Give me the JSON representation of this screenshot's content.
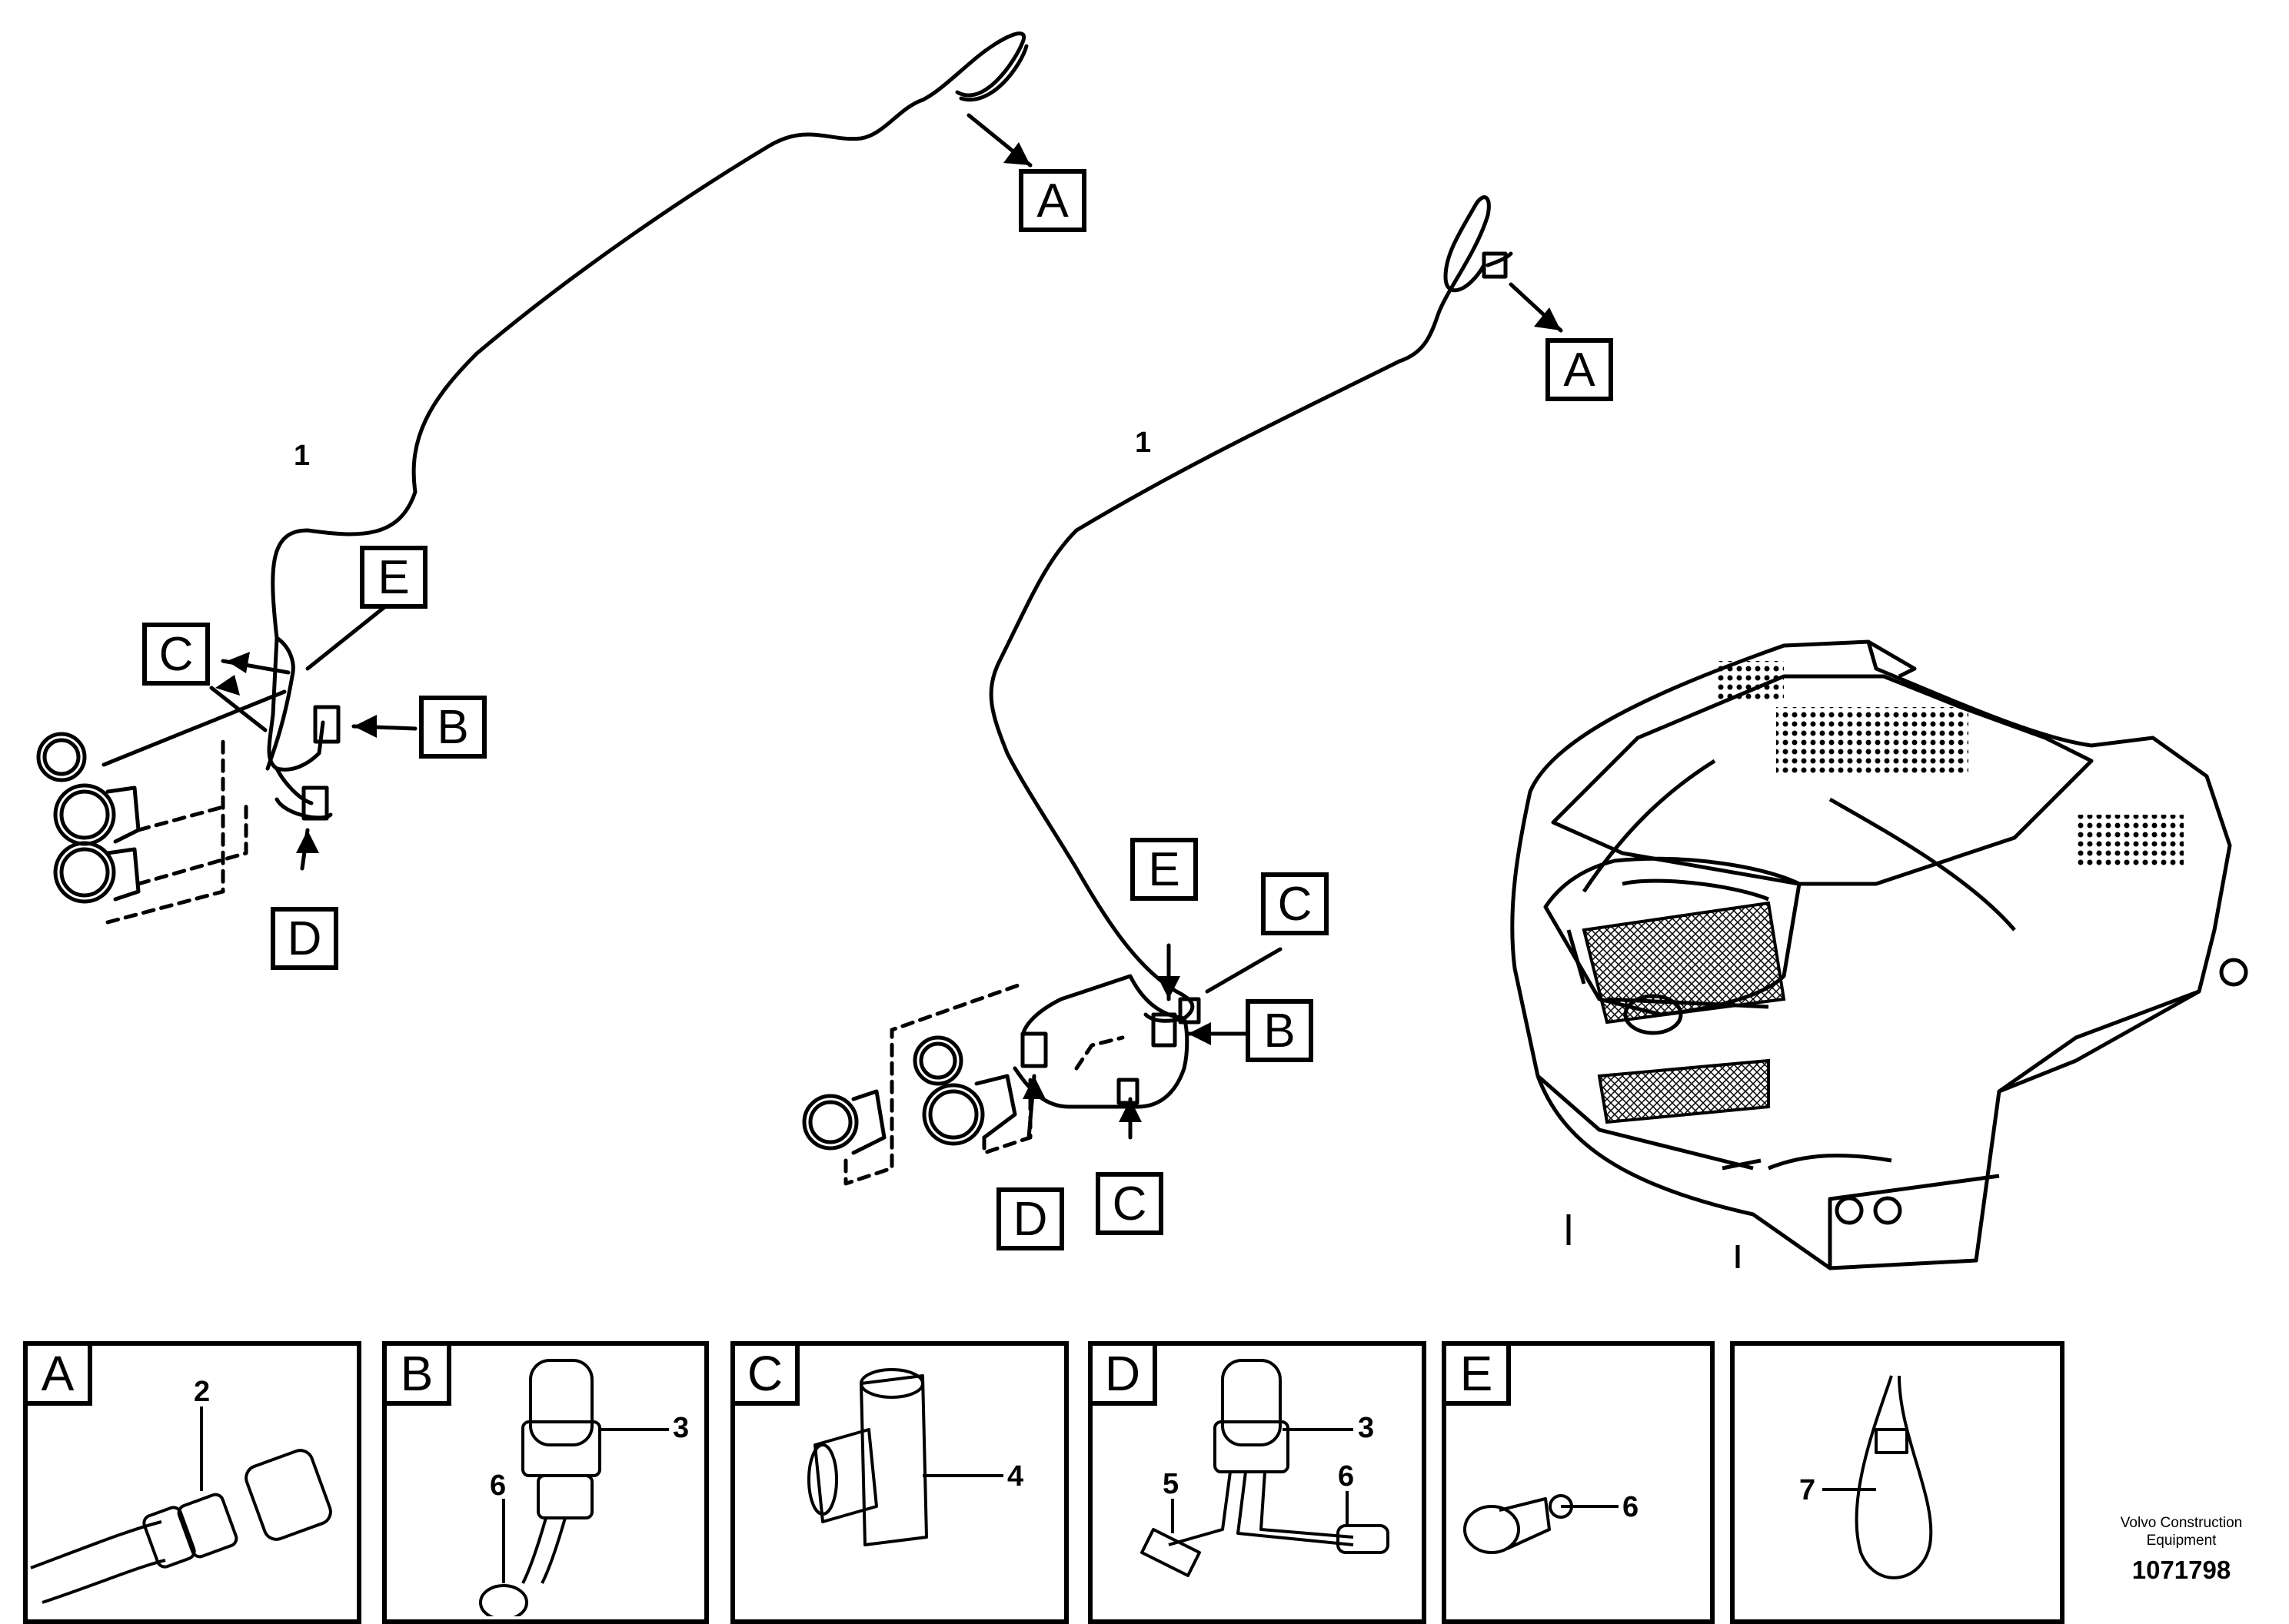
{
  "callouts": {
    "a": "A",
    "b": "B",
    "c": "C",
    "d": "D",
    "e": "E"
  },
  "part_numbers": {
    "p1": "1",
    "p2": "2",
    "p3": "3",
    "p4": "4",
    "p5": "5",
    "p6": "6",
    "p7": "7"
  },
  "panels": [
    {
      "letter": "A",
      "parts": [
        "2"
      ]
    },
    {
      "letter": "B",
      "parts": [
        "3",
        "6"
      ]
    },
    {
      "letter": "C",
      "parts": [
        "4"
      ]
    },
    {
      "letter": "D",
      "parts": [
        "3",
        "5",
        "6"
      ]
    },
    {
      "letter": "E",
      "parts": [
        "6"
      ]
    },
    {
      "letter": "",
      "parts": [
        "7"
      ]
    }
  ],
  "footer": {
    "maker_line1": "Volvo Construction",
    "maker_line2": "Equipment",
    "drawing_number": "1071798"
  }
}
